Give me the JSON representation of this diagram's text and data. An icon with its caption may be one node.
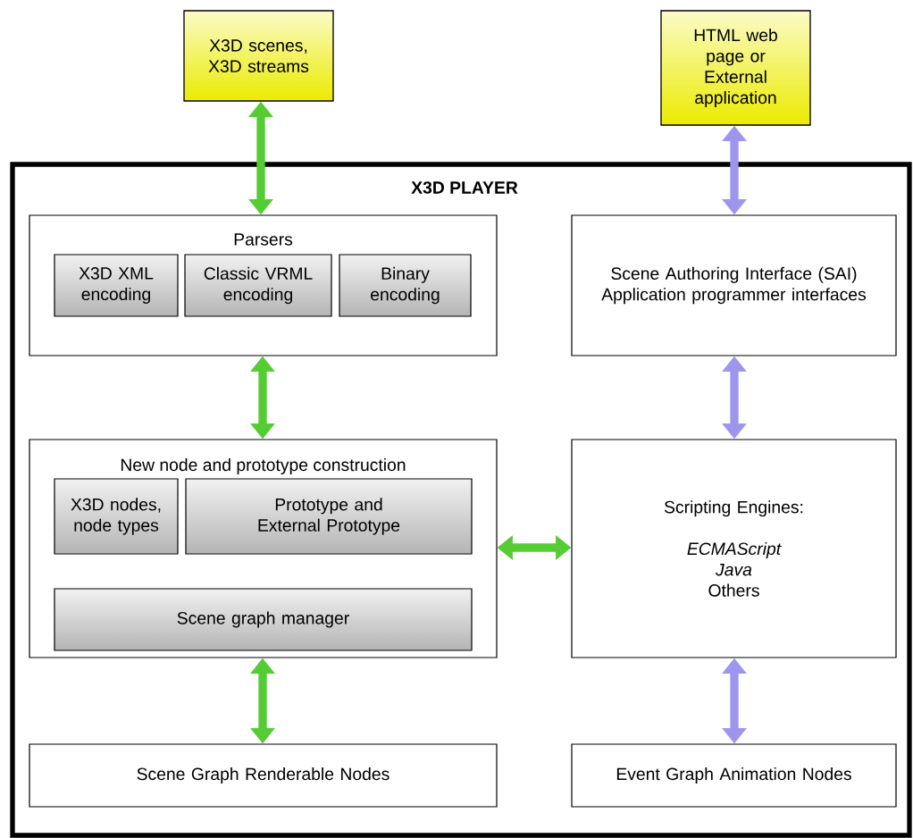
{
  "diagram": {
    "nodes": [
      {
        "text": [
          "X3D scenes, X3D streams"
        ]
      },
      {
        "text": [
          "HTML web page or External application"
        ]
      },
      {
        "text": [
          "X3D PLAYER"
        ]
      },
      {
        "text": [
          "Parsers"
        ],
        "in": 2
      },
      {
        "text": [
          "X3D XML encoding"
        ],
        "in": 3
      },
      {
        "text": [
          "Classic VRML encoding"
        ],
        "in": 3
      },
      {
        "text": [
          "Binary encoding"
        ],
        "in": 3
      },
      {
        "text": [
          "Scene Authoring Interface (SAI) Application programmer interfaces"
        ],
        "in": 2
      },
      {
        "text": [
          "New node and prototype construction"
        ],
        "in": 2
      },
      {
        "text": [
          "X3D nodes, node types"
        ],
        "in": 8
      },
      {
        "text": [
          "Prototype and External Prototype"
        ],
        "in": 8
      },
      {
        "text": [
          "Scene graph manager"
        ],
        "in": 8
      },
      {
        "text": [
          "Scripting Engines:",
          "ECMAScript",
          "Java",
          "Others"
        ],
        "in": 2
      },
      {
        "text": [
          "Scene Graph Renderable Nodes"
        ],
        "in": 2
      },
      {
        "text": [
          "Event Graph Animation Nodes"
        ],
        "in": 2
      }
    ],
    "edges": [
      {
        "from": 0,
        "to": 3,
        "arrow": "both"
      },
      {
        "from": 1,
        "to": 7,
        "arrow": "both",
        "color": "#9f95ee"
      },
      {
        "from": 3,
        "to": 8,
        "arrow": "both"
      },
      {
        "from": 7,
        "to": 12,
        "arrow": "both",
        "color": "#9f95ee"
      },
      {
        "from": 8,
        "to": 12,
        "arrow": "both"
      },
      {
        "from": 8,
        "to": 13,
        "arrow": "both"
      },
      {
        "from": 12,
        "to": 14,
        "arrow": "both",
        "color": "#9f95ee"
      }
    ]
  }
}
